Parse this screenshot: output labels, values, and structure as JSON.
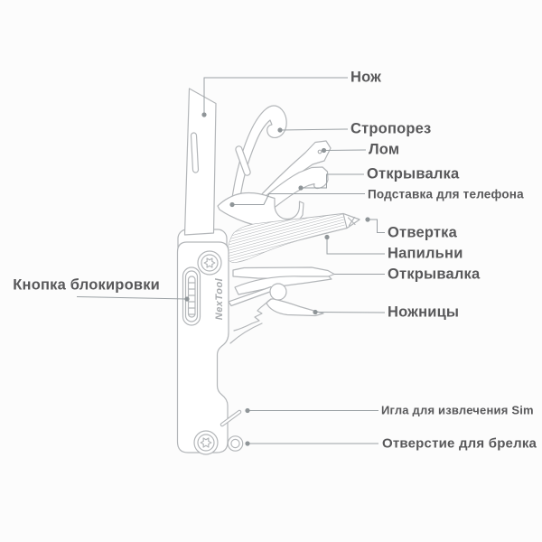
{
  "diagram": {
    "brand": "NexTool",
    "labels": {
      "knife": "Нож",
      "strap_cutter": "Стропорез",
      "crowbar": "Лом",
      "opener_top": "Открывалка",
      "phone_stand": "Подставка для телефона",
      "screwdriver": "Отвертка",
      "file": "Напильни",
      "opener_bottom": "Открывалка",
      "scissors": "Ножницы",
      "lock_button": "Кнопка блокировки",
      "sim_needle": "Игла для извлечения Sim",
      "keychain_hole": "Отверстие для брелка"
    },
    "colors": {
      "label_text": "#58585a",
      "leader_line": "#9aa0a4",
      "leader_dot": "#8f9598",
      "tool_outline": "#b3b6b9",
      "background": "#fcfcfc"
    }
  }
}
